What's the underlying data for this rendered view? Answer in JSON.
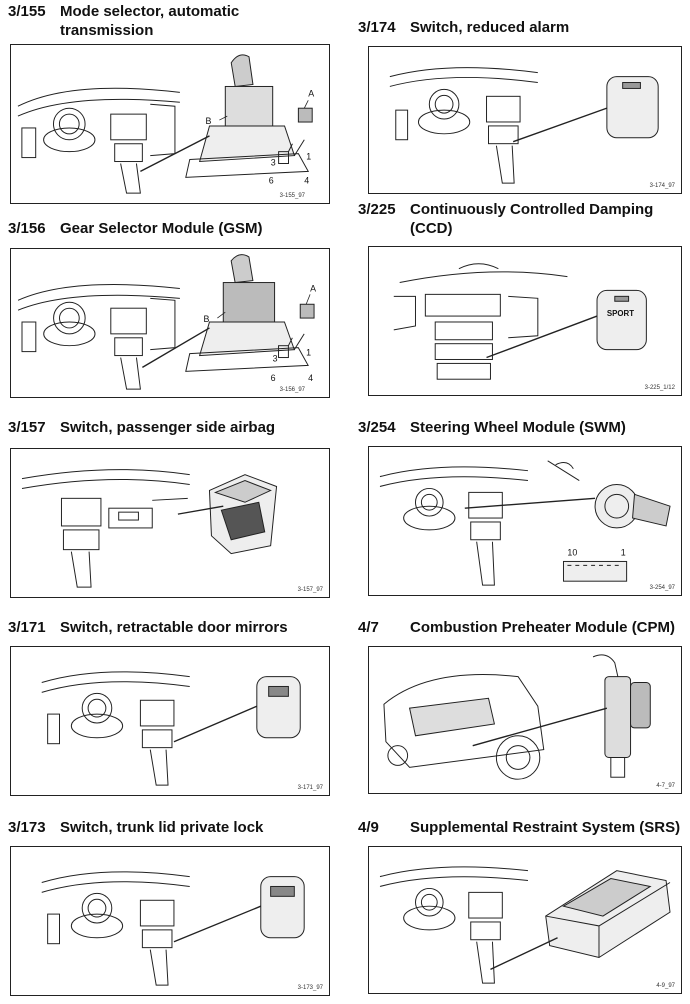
{
  "entries": [
    {
      "code": "3/155",
      "title_line1": "Mode selector, automatic",
      "title_line2": "transmission",
      "ref": "3-155_97",
      "callouts": [
        "A",
        "B",
        "1",
        "3",
        "4",
        "6"
      ]
    },
    {
      "code": "3/174",
      "title_line1": "Switch, reduced alarm",
      "title_line2": "",
      "ref": "3-174_97",
      "callouts": []
    },
    {
      "code": "3/156",
      "title_line1": "Gear Selector Module (GSM)",
      "title_line2": "",
      "ref": "3-156_97",
      "callouts": [
        "A",
        "B",
        "1",
        "3",
        "4",
        "6"
      ]
    },
    {
      "code": "3/225",
      "title_line1": "Continuously Controlled Damping",
      "title_line2": "(CCD)",
      "ref": "3-225_1/12",
      "callouts": [
        "SPORT"
      ]
    },
    {
      "code": "3/157",
      "title_line1": "Switch, passenger side airbag",
      "title_line2": "",
      "ref": "3-157_97",
      "callouts": []
    },
    {
      "code": "3/254",
      "title_line1": "Steering Wheel Module (SWM)",
      "title_line2": "",
      "ref": "3-254_97",
      "callouts": [
        "10",
        "1"
      ]
    },
    {
      "code": "3/171",
      "title_line1": "Switch, retractable door mirrors",
      "title_line2": "",
      "ref": "3-171_97",
      "callouts": []
    },
    {
      "code": "4/7",
      "title_line1": "Combustion Preheater Module (CPM)",
      "title_line2": "",
      "ref": "4-7_97",
      "callouts": []
    },
    {
      "code": "3/173",
      "title_line1": "Switch, trunk lid private lock",
      "title_line2": "",
      "ref": "3-173_97",
      "callouts": []
    },
    {
      "code": "4/9",
      "title_line1": "Supplemental Restraint System (SRS)",
      "title_line2": "",
      "ref": "4-9_97",
      "callouts": []
    }
  ]
}
